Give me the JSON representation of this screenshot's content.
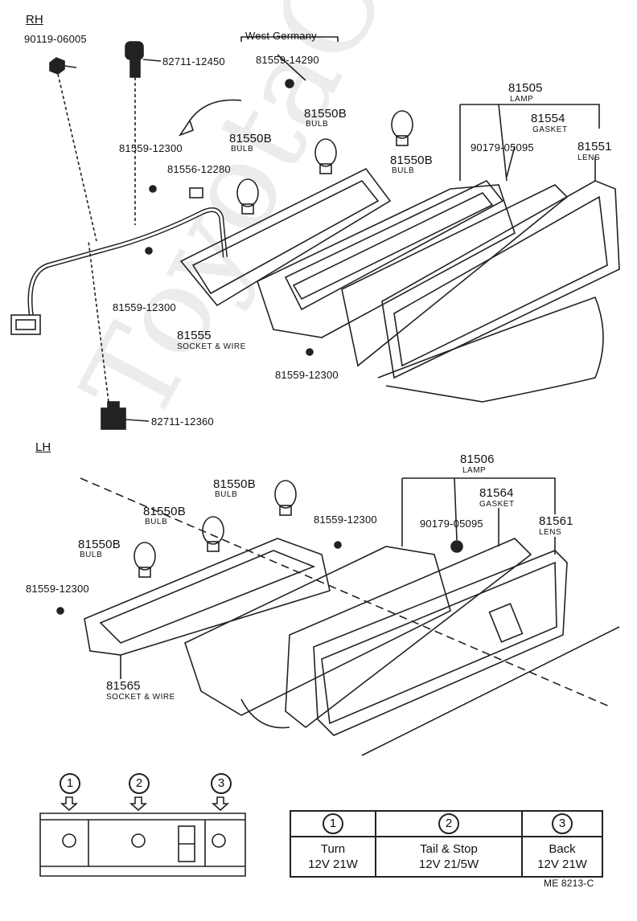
{
  "watermark": "ToyotaCarInfo",
  "sections": {
    "rh": "RH",
    "lh": "LH"
  },
  "rh_labels": {
    "screw_top": "90119-06005",
    "socket_top": "82711-12450",
    "west_germany": "West Germany",
    "screw_wg": "81559-14290",
    "lamp_no": "81505",
    "lamp_word": "LAMP",
    "gasket_no": "81554",
    "gasket_word": "GASKET",
    "nut": "90179-05095",
    "lens_no": "81551",
    "lens_word": "LENS",
    "bulb1_no": "81550B",
    "bulb1_word": "BULB",
    "bulb2_no": "81550B",
    "bulb2_word": "BULB",
    "bulb3_no": "81550B",
    "bulb3_word": "BULB",
    "screw_a": "81559-12300",
    "clip": "81556-12280",
    "screw_b": "81559-12300",
    "socket_wire_no": "81555",
    "socket_wire_word": "SOCKET & WIRE",
    "screw_c": "81559-12300",
    "socket_bottom": "82711-12360"
  },
  "lh_labels": {
    "lamp_no": "81506",
    "lamp_word": "LAMP",
    "gasket_no": "81564",
    "gasket_word": "GASKET",
    "bulb1_no": "81550B",
    "bulb1_word": "BULB",
    "bulb2_no": "81550B",
    "bulb2_word": "BULB",
    "bulb3_no": "81550B",
    "bulb3_word": "BULB",
    "screw_top": "81559-12300",
    "nut": "90179-05095",
    "lens_no": "81561",
    "lens_word": "LENS",
    "screw_left": "81559-12300",
    "socket_wire_no": "81565",
    "socket_wire_word": "SOCKET & WIRE"
  },
  "legend_callouts": [
    "1",
    "2",
    "3"
  ],
  "bulb_table": {
    "numbers": [
      "1",
      "2",
      "3"
    ],
    "functions": [
      "Turn",
      "Tail & Stop",
      "Back"
    ],
    "ratings": [
      "12V 21W",
      "12V 21/5W",
      "12V 21W"
    ]
  },
  "figure_code": "ME 8213-C"
}
